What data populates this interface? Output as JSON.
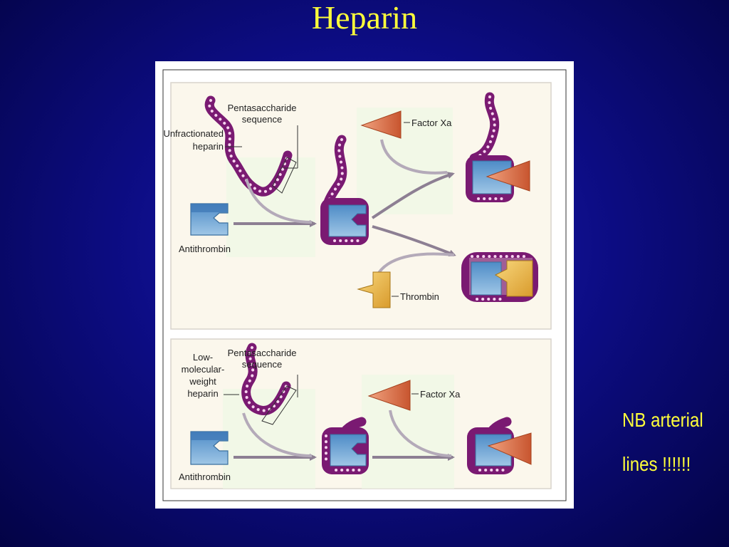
{
  "slide": {
    "title": "Heparin",
    "notes": [
      "NB arterial",
      "lines !!!!!!"
    ]
  },
  "diagram": {
    "top_panel": {
      "heparin_label": [
        "Unfractionated",
        "heparin"
      ],
      "pentasaccharide_label": [
        "Pentasaccharide",
        "sequence"
      ],
      "antithrombin_label": "Antithrombin",
      "factor_xa_label": "Factor Xa",
      "thrombin_label": "Thrombin"
    },
    "bottom_panel": {
      "heparin_label": [
        "Low-",
        "molecular-",
        "weight",
        "heparin"
      ],
      "pentasaccharide_label": [
        "Pentasaccharide",
        "sequence"
      ],
      "antithrombin_label": "Antithrombin",
      "factor_xa_label": "Factor Xa"
    },
    "colors": {
      "heparin_chain": "#7a1a72",
      "heparin_beads": "#f6d3ee",
      "antithrombin": "#6aa3d2",
      "factor_xa": "#e27c58",
      "thrombin": "#f0c25a",
      "arrow": "#8d7f93"
    }
  }
}
